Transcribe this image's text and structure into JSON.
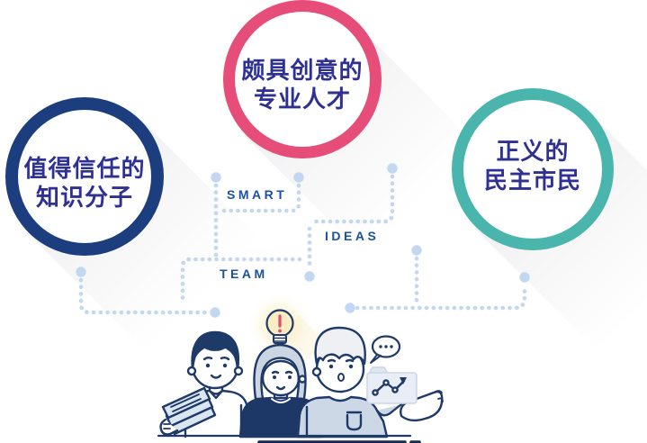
{
  "infographic": {
    "circles": [
      {
        "id": "trusted-intellectuals",
        "line1": "值得信任的",
        "line2": "知识分子",
        "ring_color": "#1c3e7f"
      },
      {
        "id": "creative-professionals",
        "line1": "颇具创意的",
        "line2": "专业人才",
        "ring_color": "#e64d78"
      },
      {
        "id": "democratic-citizens",
        "line1": "正义的",
        "line2": "民主市民",
        "ring_color": "#4ab5ad"
      }
    ],
    "keywords": {
      "smart": "SMART",
      "team": "TEAM",
      "ideas": "IDEAS"
    },
    "colors": {
      "background": "#ffffff",
      "navy_ring": "#1c3e7f",
      "pink_ring": "#e64d78",
      "teal_ring": "#4ab5ad",
      "circle_text": "#2e3192",
      "keyword_text": "#1b51a5",
      "dotted_line": "#c3d7f1",
      "illustration_outline": "#1f3a68",
      "bulb_fill": "#f9eec3",
      "exclamation_mark": "#e84a6f"
    },
    "icons": {
      "lightbulb-icon": "idea bulb with pink exclamation mark (! glyph)",
      "speech-bubble-icon": "speech bubble with three dots (… glyph)",
      "chart-folder-icon": "folder with rising zigzag trend arrow (↗)",
      "books-icon": "stack of three books"
    }
  }
}
